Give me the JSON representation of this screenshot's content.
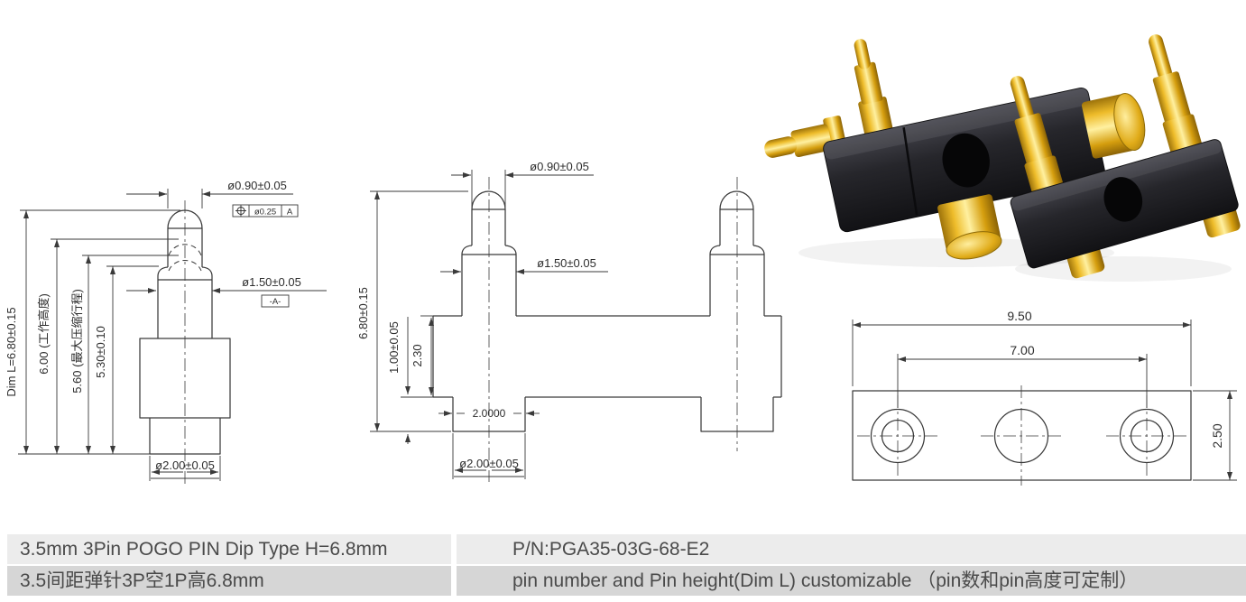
{
  "spec_bar": {
    "row1_left": "3.5mm 3Pin POGO PIN Dip Type H=6.8mm",
    "row1_right": "P/N:PGA35-03G-68-E2",
    "row2_left": "3.5间距弹针3P空1P高6.8mm",
    "row2_right": "pin number and Pin height(Dim L) customizable （pin数和pin高度可定制）"
  },
  "left_view": {
    "dim_total": "Dim L=6.80±0.15",
    "dim_working_height": "6.00 (工作高度)",
    "dim_max_travel": "5.60 (最大压缩行程)",
    "dim_530": "5.30±0.10",
    "dia_plunger": "ø0.90±0.05",
    "tolerance_value": "ø0.25",
    "tolerance_datum": "A",
    "dia_barrel": "ø1.50±0.05",
    "datum_flag": "-A-",
    "dia_tail": "ø2.00±0.05"
  },
  "middle_view": {
    "dia_plunger": "ø0.90±0.05",
    "dia_barrel": "ø1.50±0.05",
    "dim_total": "6.80±0.15",
    "dim_tail_protrusion": "1.00±0.05",
    "dim_body_height": "2.30",
    "dim_tail_width": "2.0000",
    "dia_tail": "ø2.00±0.05"
  },
  "top_view": {
    "dim_overall_width": "9.50",
    "dim_pin_pitch": "7.00",
    "dim_body_depth": "2.50"
  },
  "colors": {
    "spec_row1_bg": "#ececec",
    "spec_row2_bg": "#d6d6d6",
    "drawing_line": "#3a3a3a",
    "spec_text": "#4a4a4a",
    "gold": "#e7b322",
    "plastic_black": "#1c1c20"
  }
}
